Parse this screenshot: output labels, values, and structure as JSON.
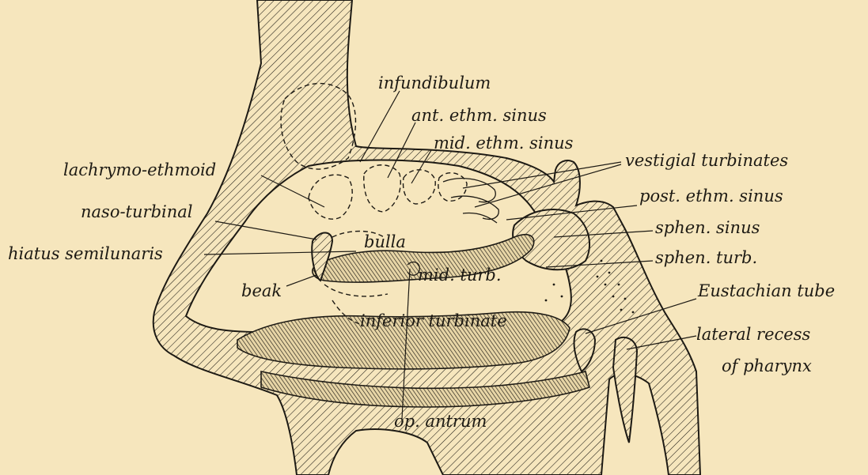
{
  "labels": {
    "infundibulum": "infundibulum",
    "ant_ethm_sinus": "ant. ethm. sinus",
    "mid_ethm_sinus": "mid. ethm. sinus",
    "vestigial_turbinates": "vestigial turbinates",
    "lachrymo_ethmoid": "lachrymo-ethmoid",
    "post_ethm_sinus": "post. ethm. sinus",
    "naso_turbinal": "naso-turbinal",
    "sphen_sinus": "sphen. sinus",
    "hiatus_semilunaris": "hiatus semilunaris",
    "bulla": "bulla",
    "sphen_turb": "sphen. turb.",
    "mid_turb": "mid. turb.",
    "eustachian_tube": "Eustachian tube",
    "beak": "beak",
    "inferior_turbinate": "inferior turbinate",
    "lateral_recess_line1": "lateral recess",
    "lateral_recess_line2": "of pharynx",
    "op_antrum": "op. antrum"
  },
  "colors": {
    "paper": "#f6e6bd",
    "ink": "#1d1a14"
  }
}
